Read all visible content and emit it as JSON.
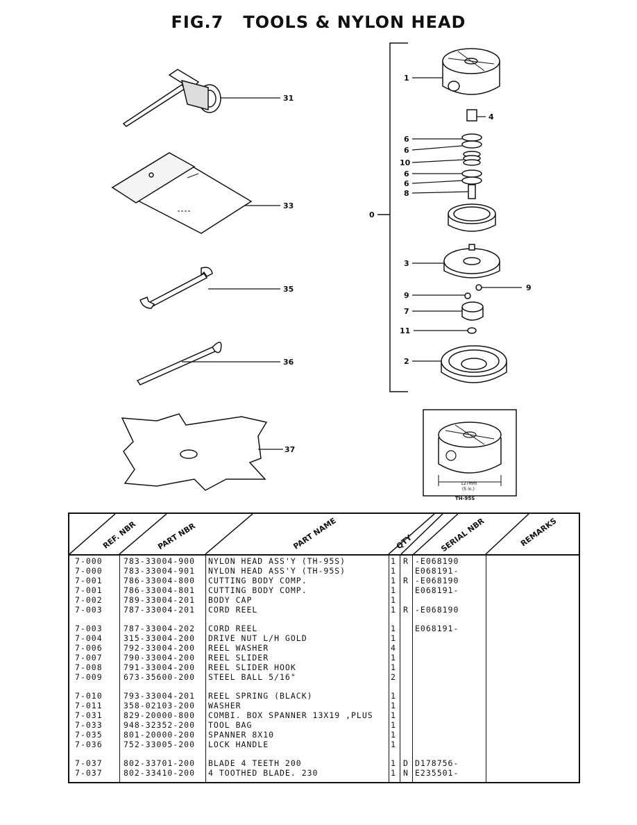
{
  "title": {
    "fig": "FIG.7",
    "name": "TOOLS & NYLON HEAD"
  },
  "callouts": {
    "c31": "31",
    "c33": "33",
    "c35": "35",
    "c36": "36",
    "c37": "37",
    "c1": "1",
    "c4": "4",
    "c6a": "6",
    "c6b": "6",
    "c10": "10",
    "c6c": "6",
    "c6d": "6",
    "c8": "8",
    "c0": "0",
    "c3": "3",
    "c9a": "9",
    "c9b": "9",
    "c7": "7",
    "c11": "11",
    "c2": "2"
  },
  "inset": {
    "dimension": "127mm",
    "dimension_sub": "(5 in.)",
    "label": "TH-95S"
  },
  "table": {
    "headers": {
      "ref": "REF. NBR",
      "part": "PART NBR",
      "name": "PART NAME",
      "qty": "QTY",
      "serial": "SERIAL NBR",
      "remarks": "REMARKS"
    },
    "rows": [
      {
        "ref": "7-000",
        "part": "783-33004-900",
        "name": "NYLON HEAD ASS'Y (TH-95S)",
        "qty": "1",
        "code": "R",
        "serial": "-E068190"
      },
      {
        "ref": "7-000",
        "part": "783-33004-901",
        "name": "NYLON HEAD ASS'Y (TH-95S)",
        "qty": "1",
        "code": "",
        "serial": "E068191-"
      },
      {
        "ref": "7-001",
        "part": "786-33004-800",
        "name": "CUTTING BODY COMP.",
        "qty": "1",
        "code": "R",
        "serial": "-E068190"
      },
      {
        "ref": "7-001",
        "part": "786-33004-801",
        "name": "CUTTING BODY COMP.",
        "qty": "1",
        "code": "",
        "serial": "E068191-"
      },
      {
        "ref": "7-002",
        "part": "789-33004-201",
        "name": "BODY CAP",
        "qty": "1",
        "code": "",
        "serial": ""
      },
      {
        "ref": "7-003",
        "part": "787-33004-201",
        "name": "CORD REEL",
        "qty": "1",
        "code": "R",
        "serial": "-E068190"
      },
      {
        "ref": "7-003",
        "part": "787-33004-202",
        "name": "CORD REEL",
        "qty": "1",
        "code": "",
        "serial": "E068191-"
      },
      {
        "ref": "7-004",
        "part": "315-33004-200",
        "name": "DRIVE NUT L/H  GOLD",
        "qty": "1",
        "code": "",
        "serial": ""
      },
      {
        "ref": "7-006",
        "part": "792-33004-200",
        "name": "REEL WASHER",
        "qty": "4",
        "code": "",
        "serial": ""
      },
      {
        "ref": "7-007",
        "part": "790-33004-200",
        "name": "REEL SLIDER",
        "qty": "1",
        "code": "",
        "serial": ""
      },
      {
        "ref": "7-008",
        "part": "791-33004-200",
        "name": "REEL SLIDER HOOK",
        "qty": "1",
        "code": "",
        "serial": ""
      },
      {
        "ref": "7-009",
        "part": "673-35600-200",
        "name": "STEEL BALL 5/16\"",
        "qty": "2",
        "code": "",
        "serial": ""
      },
      {
        "ref": "7-010",
        "part": "793-33004-201",
        "name": "REEL SPRING (BLACK)",
        "qty": "1",
        "code": "",
        "serial": ""
      },
      {
        "ref": "7-011",
        "part": "358-02103-200",
        "name": "WASHER",
        "qty": "1",
        "code": "",
        "serial": ""
      },
      {
        "ref": "7-031",
        "part": "829-20000-800",
        "name": "COMBI. BOX SPANNER 13X19 ,PLUS",
        "qty": "1",
        "code": "",
        "serial": ""
      },
      {
        "ref": "7-033",
        "part": "948-32352-200",
        "name": "TOOL BAG",
        "qty": "1",
        "code": "",
        "serial": ""
      },
      {
        "ref": "7-035",
        "part": "801-20000-200",
        "name": "SPANNER 8X10",
        "qty": "1",
        "code": "",
        "serial": ""
      },
      {
        "ref": "7-036",
        "part": "752-33005-200",
        "name": "LOCK HANDLE",
        "qty": "1",
        "code": "",
        "serial": ""
      },
      {
        "ref": "7-037",
        "part": "802-33701-200",
        "name": "BLADE 4 TEETH 200",
        "qty": "1",
        "code": "D",
        "serial": "D178756-"
      },
      {
        "ref": "7-037",
        "part": "802-33410-200",
        "name": "4 TOOTHED BLADE. 230",
        "qty": "1",
        "code": "N",
        "serial": "E235501-"
      }
    ]
  }
}
